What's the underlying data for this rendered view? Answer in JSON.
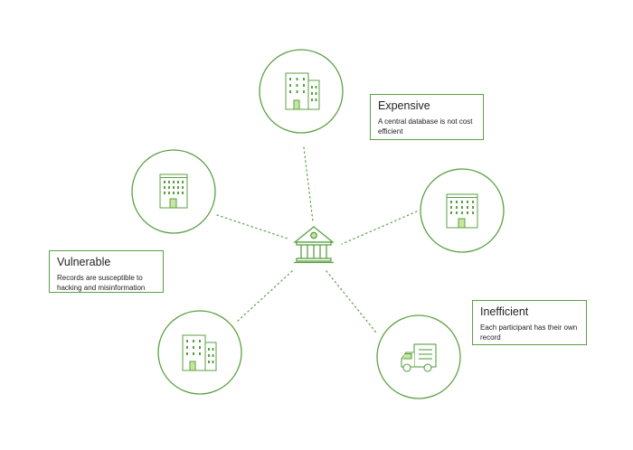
{
  "colors": {
    "outline": "#5aa042",
    "accent_fill": "#c8e6a0",
    "connector": "#5aa042",
    "text": "#222222"
  },
  "hub": {
    "icon": "bank-icon"
  },
  "nodes": [
    {
      "id": "top",
      "icon": "building-icon"
    },
    {
      "id": "left",
      "icon": "building-icon"
    },
    {
      "id": "right",
      "icon": "building-icon"
    },
    {
      "id": "bottom-left",
      "icon": "building-icon"
    },
    {
      "id": "bottom-right",
      "icon": "delivery-truck-icon"
    }
  ],
  "callouts": {
    "expensive": {
      "title": "Expensive",
      "body": "A central database is not cost efficient"
    },
    "vulnerable": {
      "title": "Vulnerable",
      "body": "Records are susceptible to hacking and misinformation"
    },
    "inefficient": {
      "title": "Inefficient",
      "body": "Each participant has their own record"
    }
  }
}
